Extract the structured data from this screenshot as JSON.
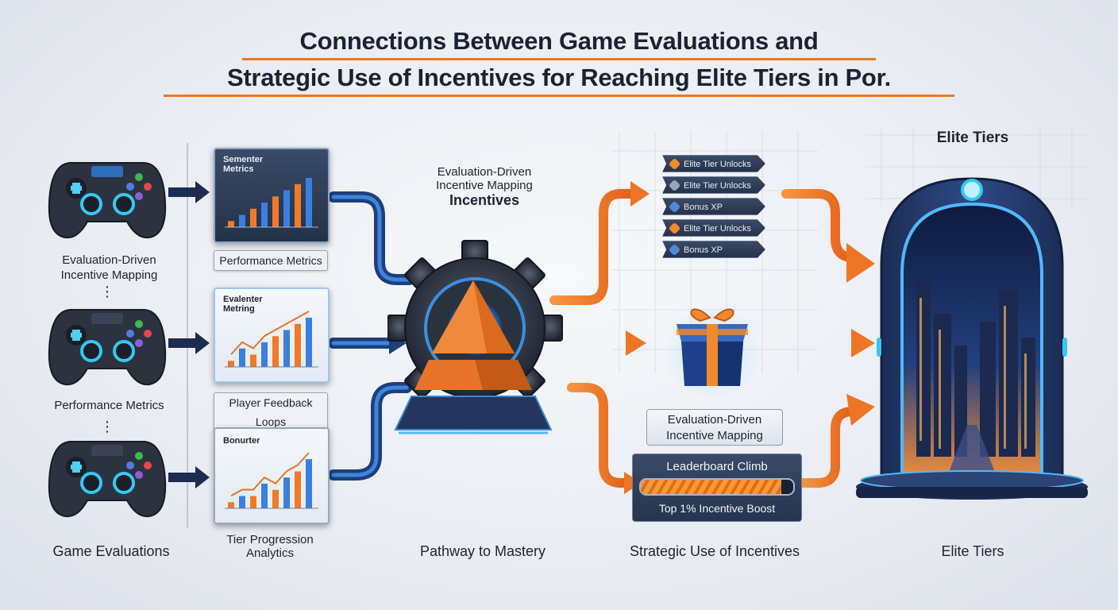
{
  "title": {
    "line1": "Connections Between Game Evaluations and",
    "line2": "Strategic Use of Incentives for Reaching Elite Tiers in Por."
  },
  "left": {
    "label_top": "Evaluation-Driven\nIncentive Mapping",
    "label_mid": "Performance Metrics",
    "dots": "⋮",
    "icon": "gamepad-icon"
  },
  "charts": [
    {
      "title": "Sementer\nMetrics",
      "type": "bar",
      "values": [
        1,
        2,
        3,
        4,
        5,
        6,
        7,
        8
      ],
      "tag": "Performance Metrics"
    },
    {
      "title": "Evalenter\nMetring",
      "type": "bar",
      "values": [
        1,
        3,
        2,
        4,
        5,
        6,
        7,
        8
      ],
      "tag": "Player Feedback Loops"
    },
    {
      "title": "Bonurter",
      "type": "bar",
      "values": [
        1,
        2,
        2,
        4,
        3,
        5,
        6,
        8
      ],
      "tag": "Tier Progression\nAnalytics"
    }
  ],
  "center": {
    "label": "Evaluation-Driven\nIncentive Mapping",
    "label_bold": "Incentives",
    "icon": "gear-pyramid-icon"
  },
  "badges": [
    {
      "text": "Elite Tier Unlocks",
      "color": "#f08a2c"
    },
    {
      "text": "Elite Tier Unlocks",
      "color": "#9aa6b8"
    },
    {
      "text": "Bonus XP",
      "color": "#4f8ad8"
    },
    {
      "text": "Elite Tier Unlocks",
      "color": "#f08a2c"
    },
    {
      "text": "Bonus XP",
      "color": "#4f8ad8"
    }
  ],
  "gift": {
    "icon": "gift-box-icon"
  },
  "mapping_box": "Evaluation-Driven\nIncentive Mapping",
  "leaderboard": {
    "title": "Leaderboard Climb",
    "progress": 0.92,
    "subtitle": "Top 1% Incentive Boost"
  },
  "elite": {
    "heading": "Elite Tiers",
    "icon": "city-portal-icon"
  },
  "columns": {
    "c1": "Game Evaluations",
    "c2": "Pathway to Mastery",
    "c3": "Strategic Use of Incentives",
    "c4": "Elite Tiers"
  },
  "colors": {
    "orange": "#f07a2a",
    "blue": "#2f6fc2",
    "navy": "#1f2f52",
    "cyan": "#35c9f2"
  }
}
